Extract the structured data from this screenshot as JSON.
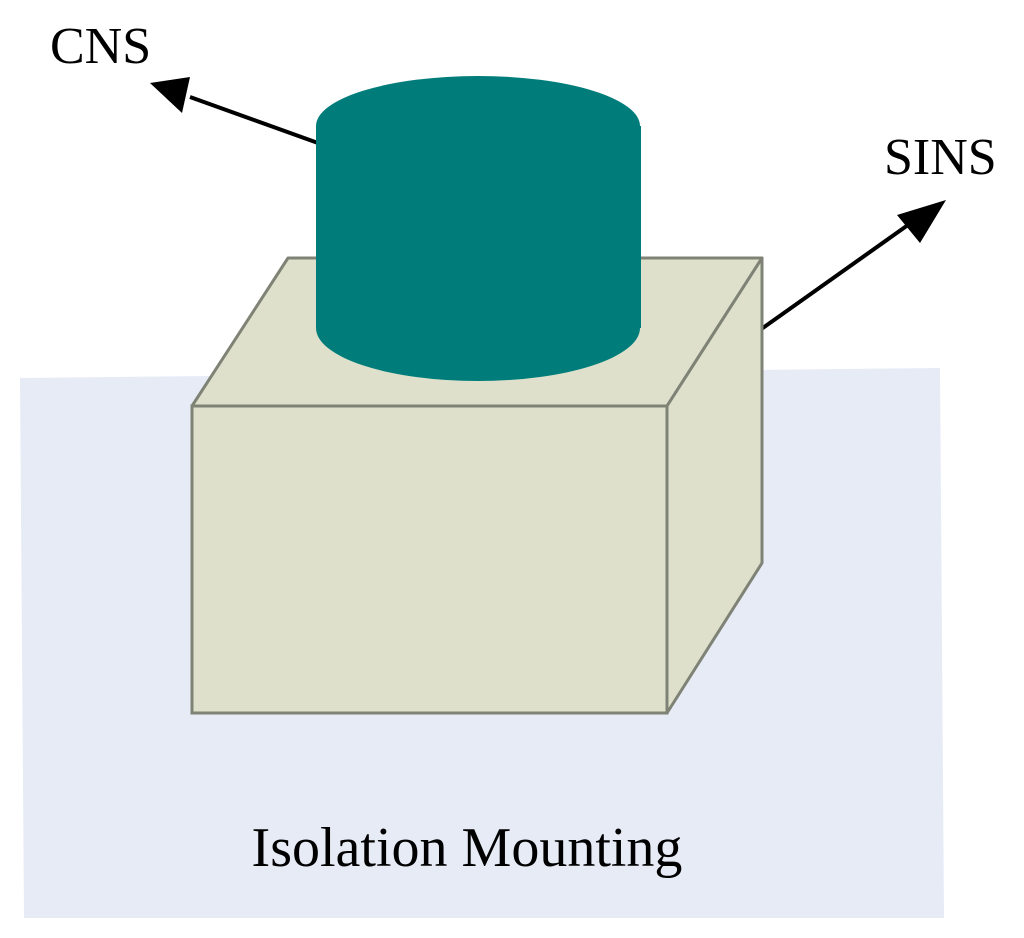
{
  "labels": {
    "cns": "CNS",
    "sins": "SINS",
    "mounting": "Isolation Mounting"
  },
  "colors": {
    "mounting_plate": "#e6ebf6",
    "box_fill": "#dee0cc",
    "box_stroke": "#7f8375",
    "cylinder_fill": "#007d7b",
    "arrow": "#000000",
    "text": "#000000"
  },
  "icons": {
    "cns_arrow": "arrow-up-left",
    "sins_arrow": "arrow-up-right"
  }
}
